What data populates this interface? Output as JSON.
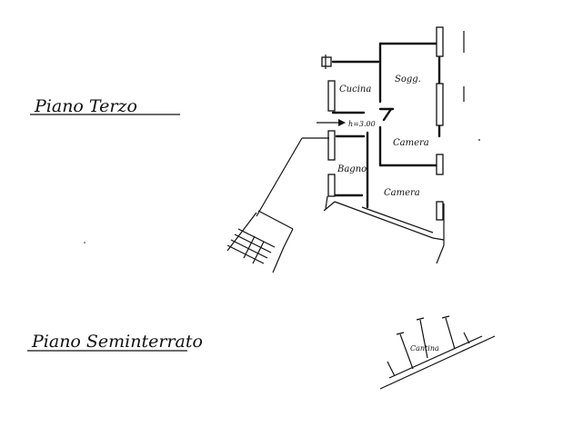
{
  "floors": {
    "ground": {
      "title": "Piano Terzo",
      "rooms": {
        "cucina": "Cucina",
        "soggiorno": "Sogg.",
        "ingresso": "h=3.00",
        "camera_1": "Camera",
        "bagno": "Bagno",
        "camera_2": "Camera"
      }
    },
    "basement": {
      "title": "Piano Seminterrato",
      "rooms": {
        "cantina": "Cantina"
      }
    }
  },
  "colors": {
    "ink": "#111111",
    "paper": "#ffffff"
  }
}
